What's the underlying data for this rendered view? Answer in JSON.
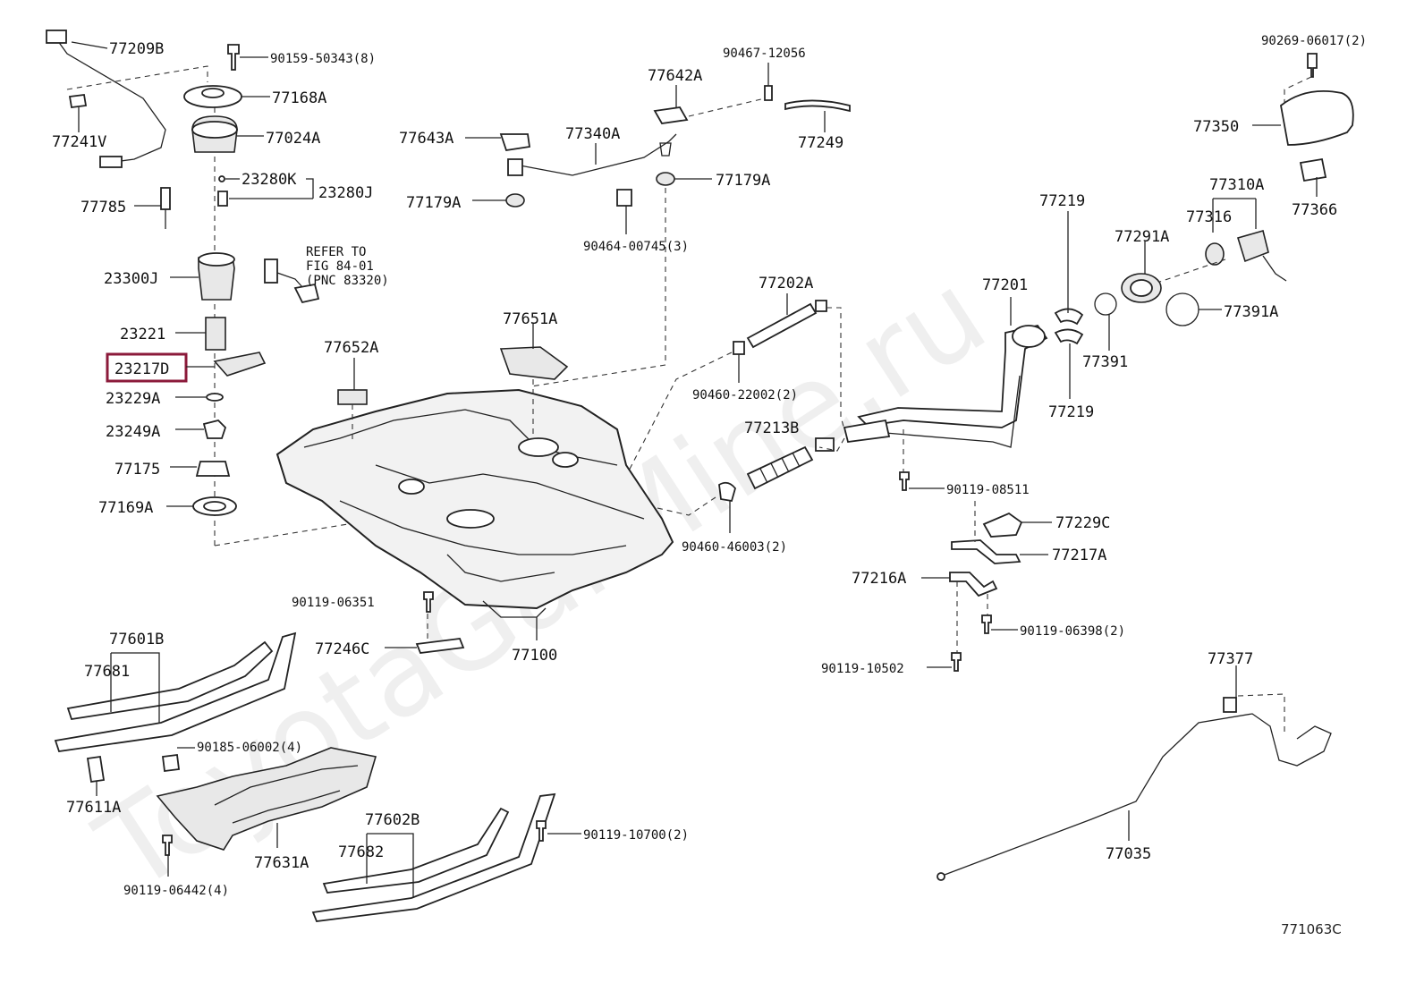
{
  "watermark": "ToyotaGarMine.ru",
  "diagram_code": "771063C",
  "highlighted_part": "23217D",
  "refer_note": [
    "REFER TO",
    "FIG 84-01",
    "(PNC 83320)"
  ],
  "labels": {
    "p77209B": "77209B",
    "p90159": "90159-50343(8)",
    "p77168A": "77168A",
    "p77241V": "77241V",
    "p77024A": "77024A",
    "p23280K": "23280K",
    "p23280J": "23280J",
    "p77785": "77785",
    "p23300J": "23300J",
    "p23221": "23221",
    "p23217D": "23217D",
    "p23229A": "23229A",
    "p23249A": "23249A",
    "p77175": "77175",
    "p77169A": "77169A",
    "p90467": "90467-12056",
    "p77642A": "77642A",
    "p77643A": "77643A",
    "p77340A": "77340A",
    "p77249": "77249",
    "p77179A_l": "77179A",
    "p77179A_r": "77179A",
    "p90464": "90464-00745(3)",
    "p90269": "90269-06017(2)",
    "p77350": "77350",
    "p77310A": "77310A",
    "p77366": "77366",
    "p77316": "77316",
    "p77219_t": "77219",
    "p77291A": "77291A",
    "p77201": "77201",
    "p77391A": "77391A",
    "p77391": "77391",
    "p77219_b": "77219",
    "p77202A": "77202A",
    "p77651A": "77651A",
    "p77652A": "77652A",
    "p90460_22": "90460-22002(2)",
    "p77213B": "77213B",
    "p90119_08511": "90119-08511",
    "p77229C": "77229C",
    "p77217A": "77217A",
    "p77216A": "77216A",
    "p90460_46": "90460-46003(2)",
    "p90119_06351": "90119-06351",
    "p90119_06398": "90119-06398(2)",
    "p77246C": "77246C",
    "p77100": "77100",
    "p90119_10502": "90119-10502",
    "p77601B": "77601B",
    "p77681": "77681",
    "p77377": "77377",
    "p90185": "90185-06002(4)",
    "p77611A": "77611A",
    "p77631A": "77631A",
    "p77602B": "77602B",
    "p77682": "77682",
    "p90119_10700": "90119-10700(2)",
    "p90119_06442": "90119-06442(4)",
    "p77035": "77035"
  },
  "colors": {
    "highlight": "#8b1a3a",
    "line": "#222222"
  }
}
